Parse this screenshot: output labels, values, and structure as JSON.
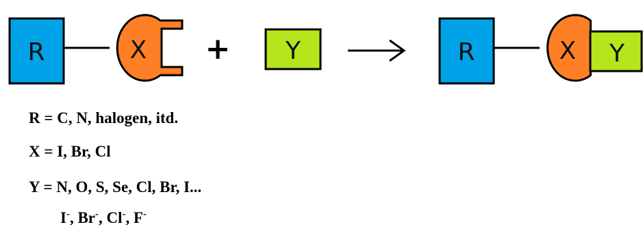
{
  "diagram": {
    "reactant_r_label": "R",
    "reactant_x_label": "X",
    "plus_sign": "+",
    "reagent_y_label": "Y",
    "product_r_label": "R",
    "product_x_label": "X",
    "product_y_label": "Y"
  },
  "legend": {
    "r_line": "R = C, N, halogen, itd.",
    "x_line": "X = I, Br, Cl",
    "y_line": "Y = N, O, S, Se, Cl, Br, I...",
    "anions": [
      {
        "symbol": "I",
        "charge": "-",
        "sep": ", "
      },
      {
        "symbol": "Br",
        "charge": "-",
        "sep": ", "
      },
      {
        "symbol": "Cl",
        "charge": "-",
        "sep": ", "
      },
      {
        "symbol": "F",
        "charge": "-",
        "sep": ""
      }
    ]
  },
  "colors": {
    "r_box": "#00A2E8",
    "x_circle": "#FF7F27",
    "y_box": "#B5E61D",
    "stroke": "#000000"
  }
}
